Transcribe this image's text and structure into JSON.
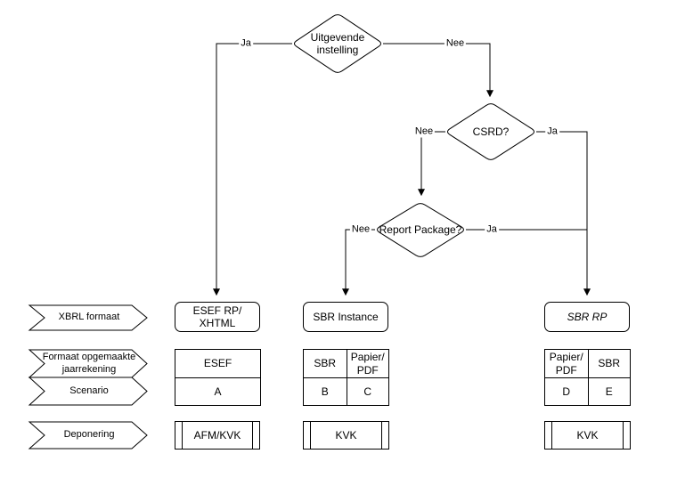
{
  "colors": {
    "stroke": "#000000",
    "text": "#000000",
    "background": "#ffffff"
  },
  "decisions": {
    "issuer": "Uitgevende\ninstelling",
    "csrd": "CSRD?",
    "report_package": "Report Package?"
  },
  "edge_labels": {
    "issuer_ja": "Ja",
    "issuer_nee": "Nee",
    "csrd_nee": "Nee",
    "csrd_ja": "Ja",
    "report_package_nee": "Nee",
    "report_package_ja": "Ja"
  },
  "row_labels": {
    "xbrl_formaat": "XBRL formaat",
    "formaat_opgemaakte": "Formaat opgemaakte\njaarrekening",
    "scenario": "Scenario",
    "deponering": "Deponering"
  },
  "columns": {
    "esef": {
      "xbrl_formaat": "ESEF RP/\nXHTML",
      "formaat_opgemaakt": "ESEF",
      "scenario": "A",
      "deponering": "AFM/KVK"
    },
    "sbr_instance": {
      "xbrl_formaat": "SBR Instance",
      "formaat_left": "SBR",
      "formaat_right": "Papier/\nPDF",
      "scenario_left": "B",
      "scenario_right": "C",
      "deponering": "KVK"
    },
    "sbr_rp": {
      "xbrl_formaat": "SBR RP",
      "formaat_left": "Papier/\nPDF",
      "formaat_right": "SBR",
      "scenario_left": "D",
      "scenario_right": "E",
      "deponering": "KVK"
    }
  }
}
